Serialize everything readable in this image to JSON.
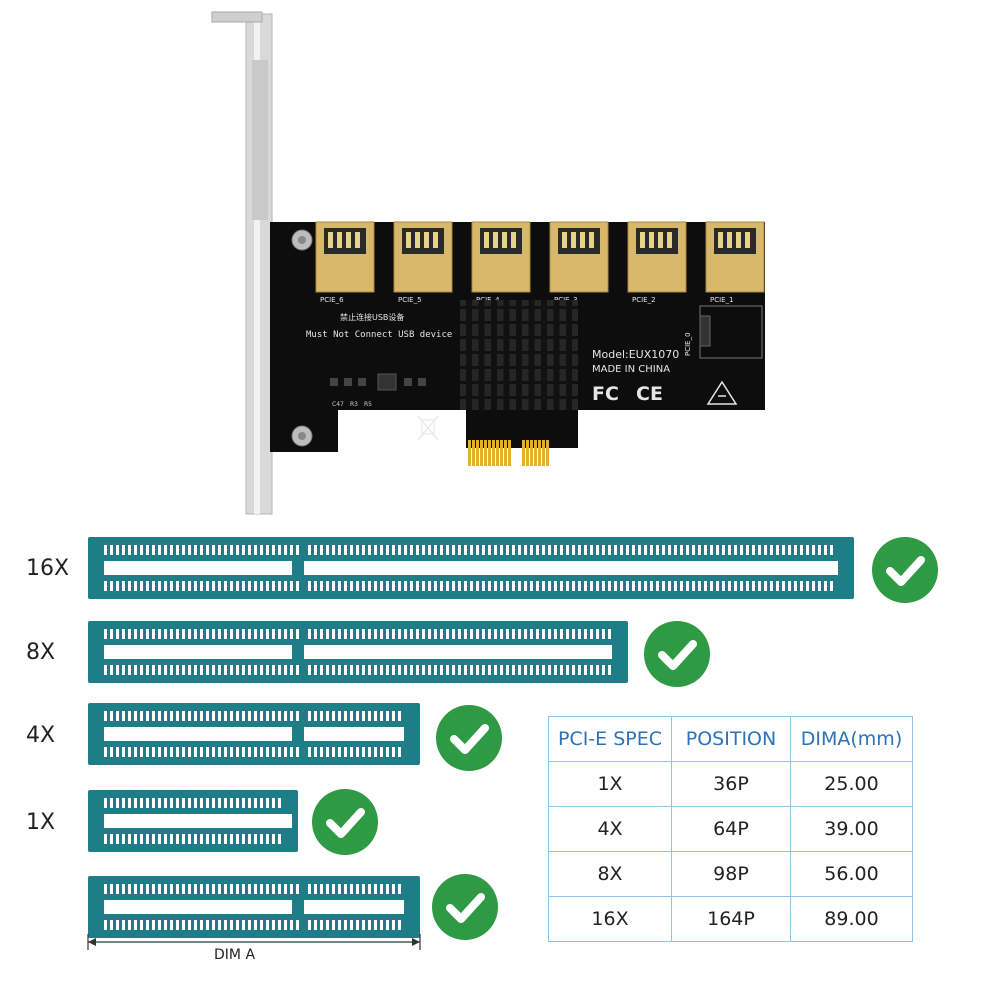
{
  "board": {
    "port_labels": [
      "PCIE_6",
      "PCIE_5",
      "PCIE_4",
      "PCIE_3",
      "PCIE_2",
      "PCIE_1"
    ],
    "warning_cn": "禁止连接USB设备",
    "warning_en": "Must Not Connect USB device",
    "model": "Model:EUX1070",
    "origin": "MADE IN CHINA",
    "cert_fc": "FC",
    "cert_ce": "CE",
    "side_port_label": "PCIE_0",
    "chip_labels": [
      "C47",
      "R3",
      "R5"
    ],
    "pcb_color": "#0d0d0d",
    "usb_color": "#d8b86a",
    "gold_finger_color": "#e0b22d"
  },
  "slots": [
    {
      "label": "16X"
    },
    {
      "label": "8X"
    },
    {
      "label": "4X"
    },
    {
      "label": "1X"
    },
    {
      "label": ""
    }
  ],
  "dimension_label": "DIM A",
  "slot_color": "#1e7d86",
  "check_color": "#2e9a43",
  "spec_table": {
    "headers": [
      "PCI-E SPEC",
      "POSITION",
      "DIMA(mm)"
    ],
    "rows": [
      [
        "1X",
        "36P",
        "25.00"
      ],
      [
        "4X",
        "64P",
        "39.00"
      ],
      [
        "8X",
        "98P",
        "56.00"
      ],
      [
        "16X",
        "164P",
        "89.00"
      ]
    ]
  }
}
